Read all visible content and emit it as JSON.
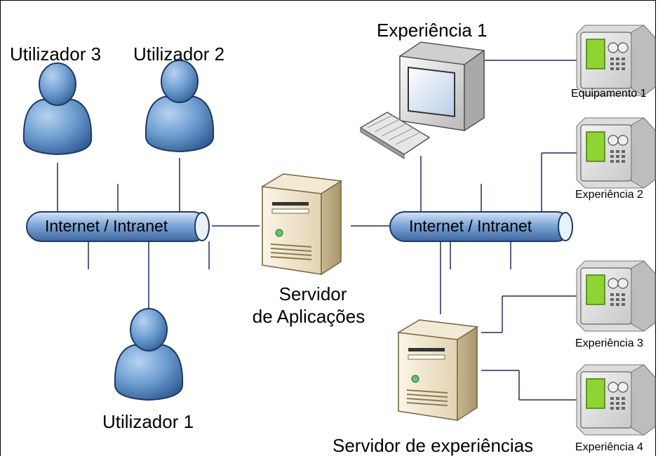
{
  "users": {
    "u3": "Utilizador 3",
    "u2": "Utilizador 2",
    "u1": "Utilizador 1"
  },
  "networks": {
    "left": "Internet / Intranet",
    "right": "Internet / Intranet"
  },
  "app_server": {
    "line1": "Servidor",
    "line2": "de Aplicações"
  },
  "experiment_server": "Servidor de experiências",
  "workstation": "Experiência 1",
  "devices": {
    "d1": "Equipamento 1",
    "d2": "Experiência 2",
    "d3": "Experiência 3",
    "d4": "Experiência 4"
  },
  "colors": {
    "person_fill": "#6f9fd2",
    "person_stroke": "#1d3a63",
    "bus_fill": "#7aa2d6",
    "line": "#000000",
    "tower_fill": "#e9dcc0",
    "device_screen": "#8ed432"
  }
}
